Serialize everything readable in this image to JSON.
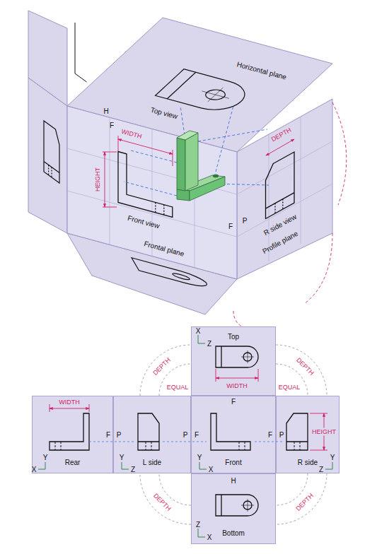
{
  "diagram": {
    "nodes": [
      {
        "text": [
          "Top"
        ]
      },
      {
        "text": [
          "Rear"
        ]
      },
      {
        "text": [
          "L side"
        ]
      },
      {
        "text": [
          "Front"
        ]
      },
      {
        "text": [
          "R side"
        ]
      },
      {
        "text": [
          "Bottom"
        ]
      }
    ],
    "labels": [
      "Horizontal plane",
      "Top view",
      "H",
      "F",
      "WIDTH",
      "HEIGHT",
      "F",
      "P",
      "DEPTH",
      "Front view",
      "R side view",
      "Frontal plane",
      "Profile plane",
      "X",
      "Z",
      "DEPTH",
      "DEPTH",
      "EQUAL",
      "WIDTH",
      "EQUAL",
      "F",
      "WIDTH",
      "F",
      "P",
      "P",
      "F",
      "F",
      "P",
      "HEIGHT",
      "Y",
      "X",
      "Y",
      "Z",
      "Y",
      "X",
      "Y",
      "Z",
      "H",
      "DEPTH",
      "DEPTH",
      "Z",
      "X"
    ]
  }
}
